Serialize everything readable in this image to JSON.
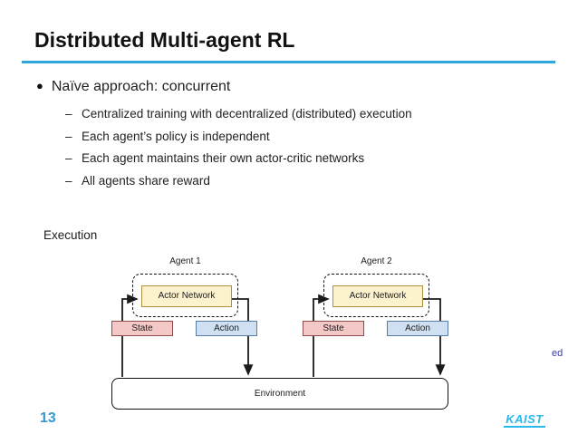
{
  "slide": {
    "title": "Distributed Multi-agent RL",
    "accent_color": "#2fa6d9",
    "page_number": "13",
    "logo_text": "KAIST",
    "clipped_edge_text": "ed"
  },
  "bullets": {
    "marker": "●",
    "dash": "–",
    "main": "Naïve approach: concurrent",
    "sub": [
      "Centralized training with decentralized (distributed) execution",
      "Each agent’s policy is independent",
      "Each agent maintains their own actor-critic networks",
      "All agents share reward"
    ]
  },
  "diagram": {
    "section_label": "Execution",
    "agents": [
      {
        "label": "Agent 1",
        "network": "Actor Network",
        "state": "State",
        "action": "Action"
      },
      {
        "label": "Agent 2",
        "network": "Actor Network",
        "state": "State",
        "action": "Action"
      }
    ],
    "environment": "Environment",
    "colors": {
      "network_fill": "#fcf2ce",
      "network_border": "#b28f3f",
      "state_fill": "#f4c8c7",
      "state_border": "#8f4a4a",
      "action_fill": "#cfe0f2",
      "action_border": "#5a7ba6",
      "line": "#1b1b1b"
    }
  }
}
